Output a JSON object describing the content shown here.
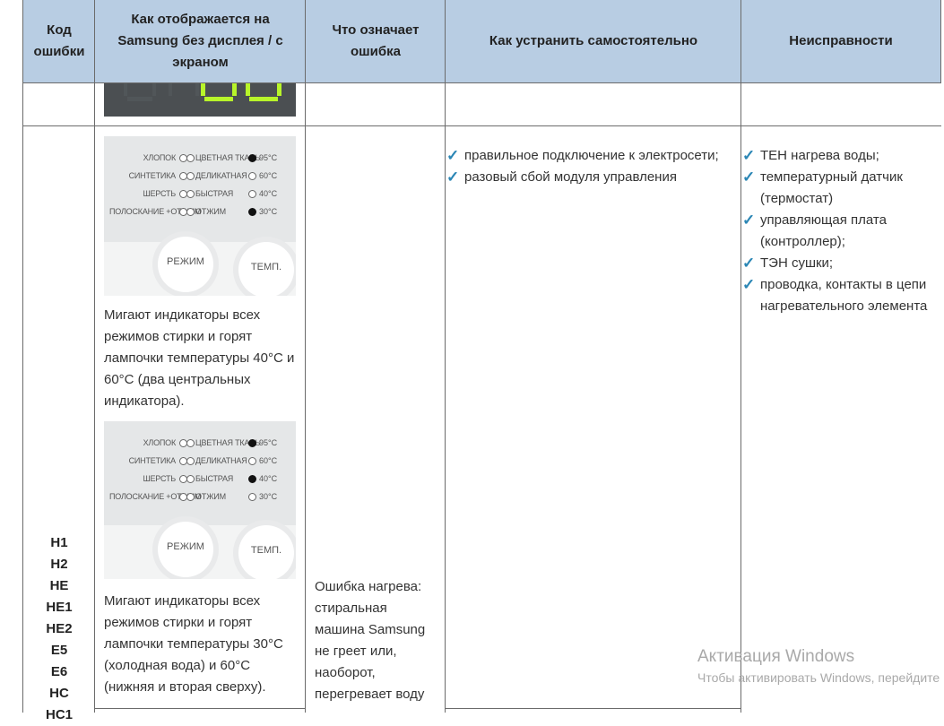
{
  "table": {
    "headers": [
      "Код ошибки",
      "Как отображается на Samsung без дисплея / с экраном",
      "Что означает ошибка",
      "Как устранить самостоятельно",
      "Неисправности"
    ],
    "codes": [
      "H1",
      "H2",
      "HE",
      "HE1",
      "HE2",
      "E5",
      "E6",
      "HC",
      "HC1"
    ],
    "panel1": {
      "rows": [
        {
          "left": "ХЛОПОК",
          "mid": "ЦВЕТНАЯ ТКАНЬ",
          "temp": "95°C",
          "temp_on": true
        },
        {
          "left": "СИНТЕТИКА",
          "mid": "ДЕЛИКАТНАЯ",
          "temp": "60°C",
          "temp_on": false
        },
        {
          "left": "ШЕРСТЬ",
          "mid": "БЫСТРАЯ",
          "temp": "40°C",
          "temp_on": false
        },
        {
          "left": "ПОЛОСКАНИЕ +ОТЖИМ",
          "mid": "ОТЖИМ",
          "temp": "30°C",
          "temp_on": true
        }
      ],
      "btn_mode": "РЕЖИМ",
      "btn_temp": "ТЕМП."
    },
    "panel2": {
      "rows": [
        {
          "left": "ХЛОПОК",
          "mid": "ЦВЕТНАЯ ТКАНЬ",
          "temp": "95°C",
          "temp_on": true
        },
        {
          "left": "СИНТЕТИКА",
          "mid": "ДЕЛИКАТНАЯ",
          "temp": "60°C",
          "temp_on": false
        },
        {
          "left": "ШЕРСТЬ",
          "mid": "БЫСТРАЯ",
          "temp": "40°C",
          "temp_on": true
        },
        {
          "left": "ПОЛОСКАНИЕ +ОТЖИМ",
          "mid": "ОТЖИМ",
          "temp": "30°C",
          "temp_on": false
        }
      ],
      "btn_mode": "РЕЖИМ",
      "btn_temp": "ТЕМП."
    },
    "display_caption_1": "Мигают индикаторы всех режимов стирки и горят лампочки температуры 40°C и 60°C (два центральных индикатора).",
    "display_caption_2": "Мигают индикаторы всех режимов стирки и горят лампочки температуры 30°C (холодная вода) и 60°C (нижняя и вторая сверху).",
    "meaning": "Ошибка нагрева: стиральная машина Samsung не греет или, наоборот, перегревает воду",
    "fix_items": [
      "правильное подключение к электросети;",
      "разовый сбой модуля управления"
    ],
    "faults": [
      "ТЕН нагрева воды;",
      "температурный датчик (термостат)",
      "управляющая плата (контроллер);",
      "ТЭН сушки;",
      "проводка, контакты в цепи нагревательного элемента"
    ]
  },
  "watermark": {
    "line1": "Активация Windows",
    "line2": "Чтобы активировать Windows, перейдите"
  },
  "colors": {
    "header_bg": "#b8cde3",
    "check": "#2a86b5",
    "segment_green": "#b8f52a"
  }
}
